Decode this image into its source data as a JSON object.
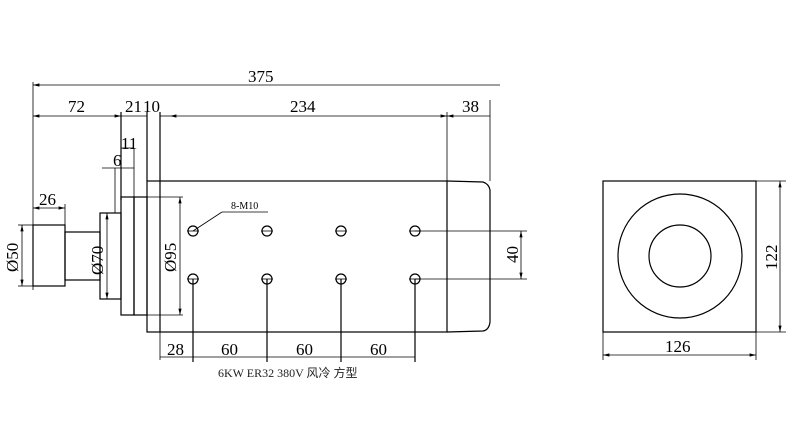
{
  "dimensions": {
    "overall_length": "375",
    "shaft_length": "72",
    "flange_a": "21",
    "flange_b": "10",
    "body_length": "234",
    "cap_length": "38",
    "step_11": "11",
    "step_6": "6",
    "shaft_tip": "26",
    "shaft_dia": "Ø50",
    "nose_dia": "Ø70",
    "flange_dia": "Ø95",
    "hole_spacing_v": "40",
    "hole_offset": "28",
    "hole_pitch_1": "60",
    "hole_pitch_2": "60",
    "hole_pitch_3": "60",
    "end_height": "122",
    "end_width": "126"
  },
  "hole_callout": "8-M10",
  "caption": "6KW ER32 380V 风冷 方型"
}
